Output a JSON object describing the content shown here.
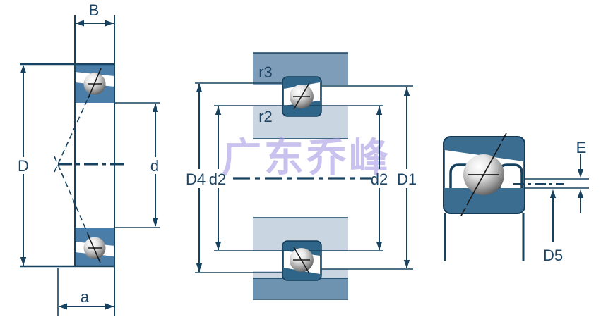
{
  "watermark": {
    "text": "广东乔峰",
    "color": "#9d92e2"
  },
  "views": {
    "front": {
      "name": "bearing cross-section front view",
      "labels": {
        "B": "B",
        "D": "D",
        "d": "d",
        "a": "a"
      }
    },
    "mounting": {
      "name": "mounted arrangement view",
      "labels": {
        "r3": "r3",
        "r2": "r2",
        "D4": "D4",
        "d2_left": "d2",
        "d2_right": "d2",
        "D1": "D1"
      }
    },
    "detail": {
      "name": "ball and cage detail view",
      "labels": {
        "E": "E",
        "D5": "D5"
      }
    }
  },
  "colors": {
    "line": "#16425f",
    "label": "#1d4463",
    "ring_fill": "#4a7ea8",
    "bearing_fill": "#2f6589",
    "bearing_outline": "#123c59",
    "housing_medium": "#7e9db9",
    "housing_medium_dark": "#6e93b0",
    "housing_light": "#c9d6e2",
    "detail_bearing_fill": "#3b6d91",
    "ball_dark": "#4f4f4f",
    "watermark": "#9d92e2"
  }
}
